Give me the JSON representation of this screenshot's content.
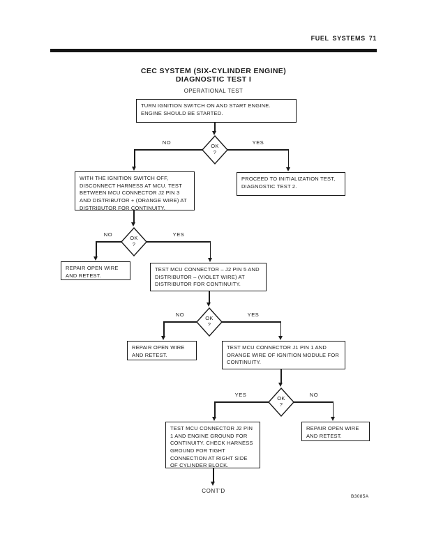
{
  "page": {
    "header": "FUEL SYSTEMS  71",
    "figure_code": "B3085A"
  },
  "title": {
    "line1": "CEC SYSTEM (SIX-CYLINDER ENGINE)",
    "line2": "DIAGNOSTIC TEST I",
    "subtitle": "OPERATIONAL TEST"
  },
  "flowchart": {
    "boxes": {
      "start": "TURN IGNITION SWITCH ON AND START ENGINE. ENGINE SHOULD BE STARTED.",
      "ignition_off_test": "WITH THE IGNITION SWITCH OFF, DISCONNECT HARNESS AT MCU. TEST BETWEEN MCU CONNECTOR J2 PIN 3 AND DISTRIBUTOR + (ORANGE WIRE) AT DISTRIBUTOR FOR CONTINUITY.",
      "proceed_init": "PROCEED TO INITIALIZATION TEST, DIAGNOSTIC TEST 2.",
      "repair_1": "REPAIR OPEN WIRE AND RETEST.",
      "test_j2_pin5": "TEST MCU CONNECTOR – J2 PIN 5 AND DISTRIBUTOR – (VIOLET WIRE) AT DISTRIBUTOR FOR CONTINUITY.",
      "repair_2": "REPAIR OPEN WIRE AND RETEST.",
      "test_j1_pin1": "TEST MCU CONNECTOR J1 PIN 1 AND ORANGE WIRE OF IGNITION MODULE FOR CONTINUITY.",
      "test_ground": "TEST MCU CONNECTOR J2 PIN 1 AND ENGINE GROUND FOR CONTINUITY. CHECK HARNESS GROUND FOR TIGHT CONNECTION AT RIGHT SIDE OF CYLINDER BLOCK.",
      "repair_3": "REPAIR OPEN WIRE AND RETEST."
    },
    "decisions": [
      {
        "ok": "OK",
        "q": "?",
        "left": "NO",
        "right": "YES"
      },
      {
        "ok": "OK",
        "q": "?",
        "left": "NO",
        "right": "YES"
      },
      {
        "ok": "OK",
        "q": "?",
        "left": "NO",
        "right": "YES"
      },
      {
        "ok": "OK",
        "q": "?",
        "left": "YES",
        "right": "NO"
      }
    ],
    "continued": "CONT'D"
  },
  "colors": {
    "ink": "#1b1b1b",
    "paper": "#ffffff"
  }
}
